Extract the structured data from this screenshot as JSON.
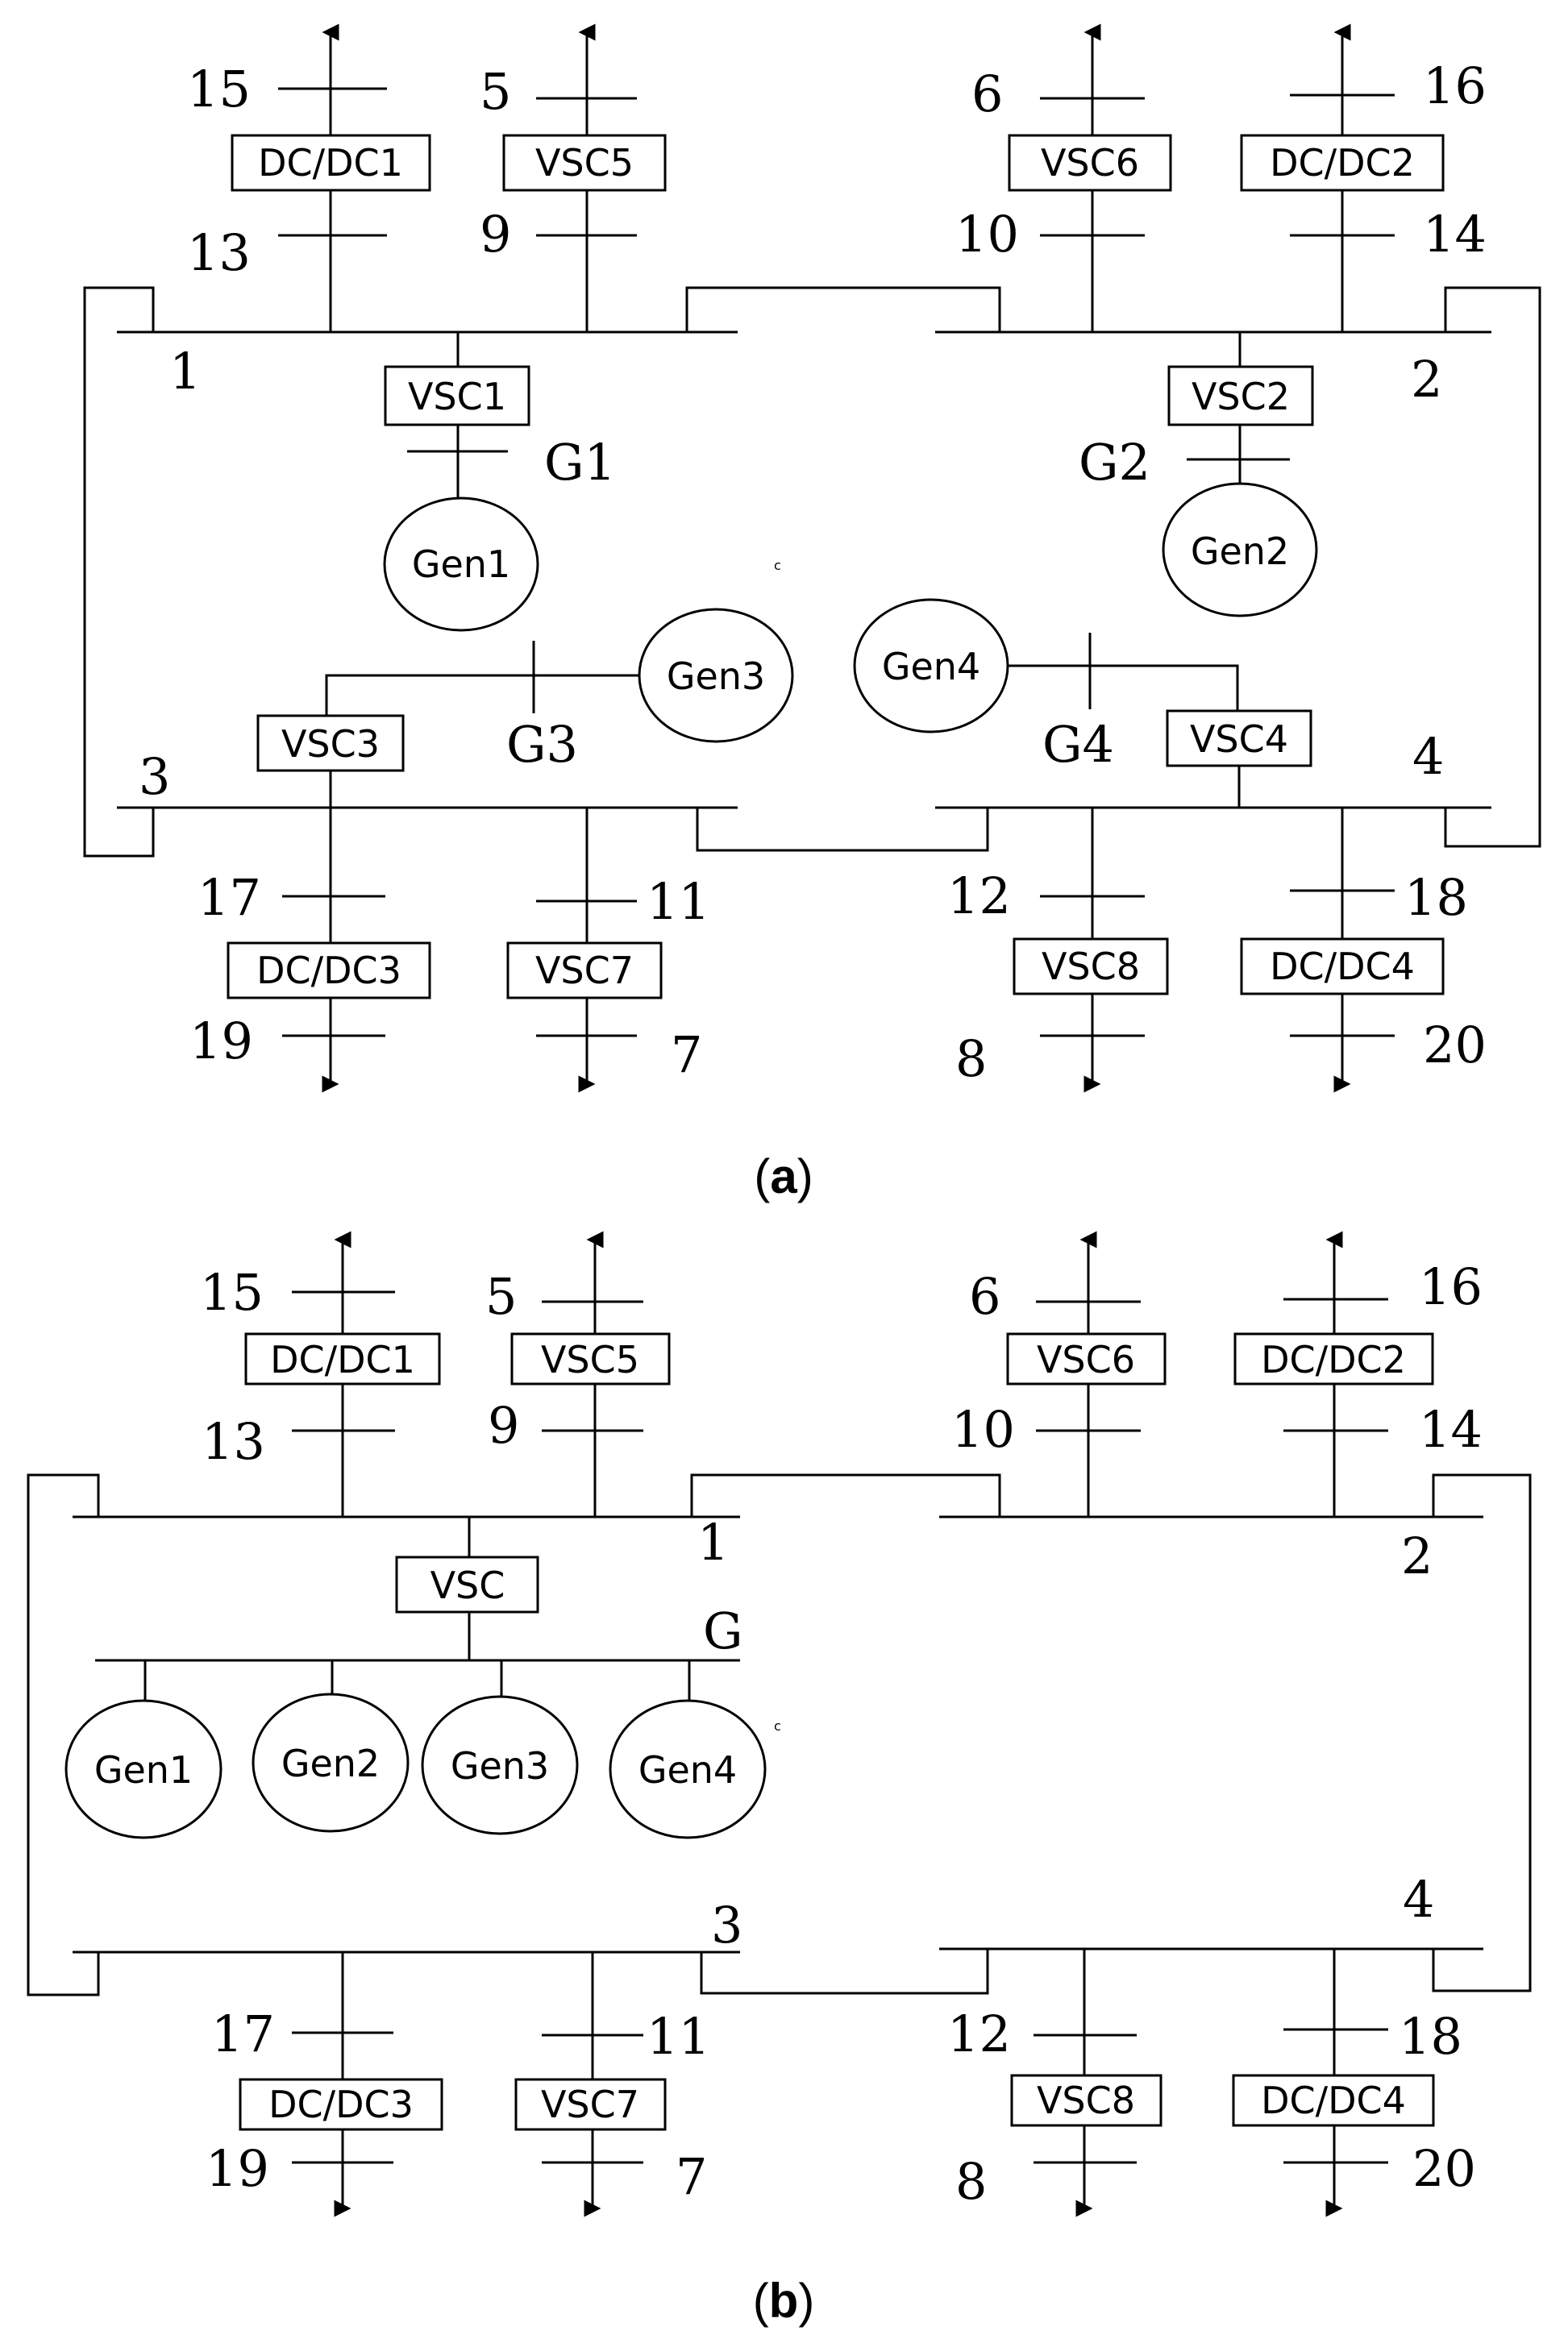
{
  "panel_a": {
    "caption_open": "(",
    "caption_letter": "a",
    "caption_close": ")",
    "labels": {
      "n15": "15",
      "n5": "5",
      "n6": "6",
      "n16": "16",
      "n13": "13",
      "n9": "9",
      "n10": "10",
      "n14": "14",
      "b1": "1",
      "b2": "2",
      "b3": "3",
      "b4": "4",
      "g1": "G1",
      "g2": "G2",
      "g3": "G3",
      "g4": "G4",
      "n17": "17",
      "n11": "11",
      "n12": "12",
      "n18": "18",
      "n19": "19",
      "n7": "7",
      "n8": "8",
      "n20": "20",
      "c": "c"
    },
    "boxes": {
      "dcdc1": "DC/DC1",
      "vsc5": "VSC5",
      "vsc6": "VSC6",
      "dcdc2": "DC/DC2",
      "vsc1": "VSC1",
      "vsc2": "VSC2",
      "vsc3": "VSC3",
      "vsc4": "VSC4",
      "dcdc3": "DC/DC3",
      "vsc7": "VSC7",
      "vsc8": "VSC8",
      "dcdc4": "DC/DC4"
    },
    "gens": {
      "gen1": "Gen1",
      "gen2": "Gen2",
      "gen3": "Gen3",
      "gen4": "Gen4"
    }
  },
  "panel_b": {
    "caption_open": "(",
    "caption_letter": "b",
    "caption_close": ")",
    "labels": {
      "n15": "15",
      "n5": "5",
      "n6": "6",
      "n16": "16",
      "n13": "13",
      "n9": "9",
      "n10": "10",
      "n14": "14",
      "b1": "1",
      "b2": "2",
      "b3": "3",
      "b4": "4",
      "g": "G",
      "n17": "17",
      "n11": "11",
      "n12": "12",
      "n18": "18",
      "n19": "19",
      "n7": "7",
      "n8": "8",
      "n20": "20",
      "c": "c"
    },
    "boxes": {
      "dcdc1": "DC/DC1",
      "vsc5": "VSC5",
      "vsc6": "VSC6",
      "dcdc2": "DC/DC2",
      "vsc": "VSC",
      "dcdc3": "DC/DC3",
      "vsc7": "VSC7",
      "vsc8": "VSC8",
      "dcdc4": "DC/DC4"
    },
    "gens": {
      "gen1": "Gen1",
      "gen2": "Gen2",
      "gen3": "Gen3",
      "gen4": "Gen4"
    }
  }
}
